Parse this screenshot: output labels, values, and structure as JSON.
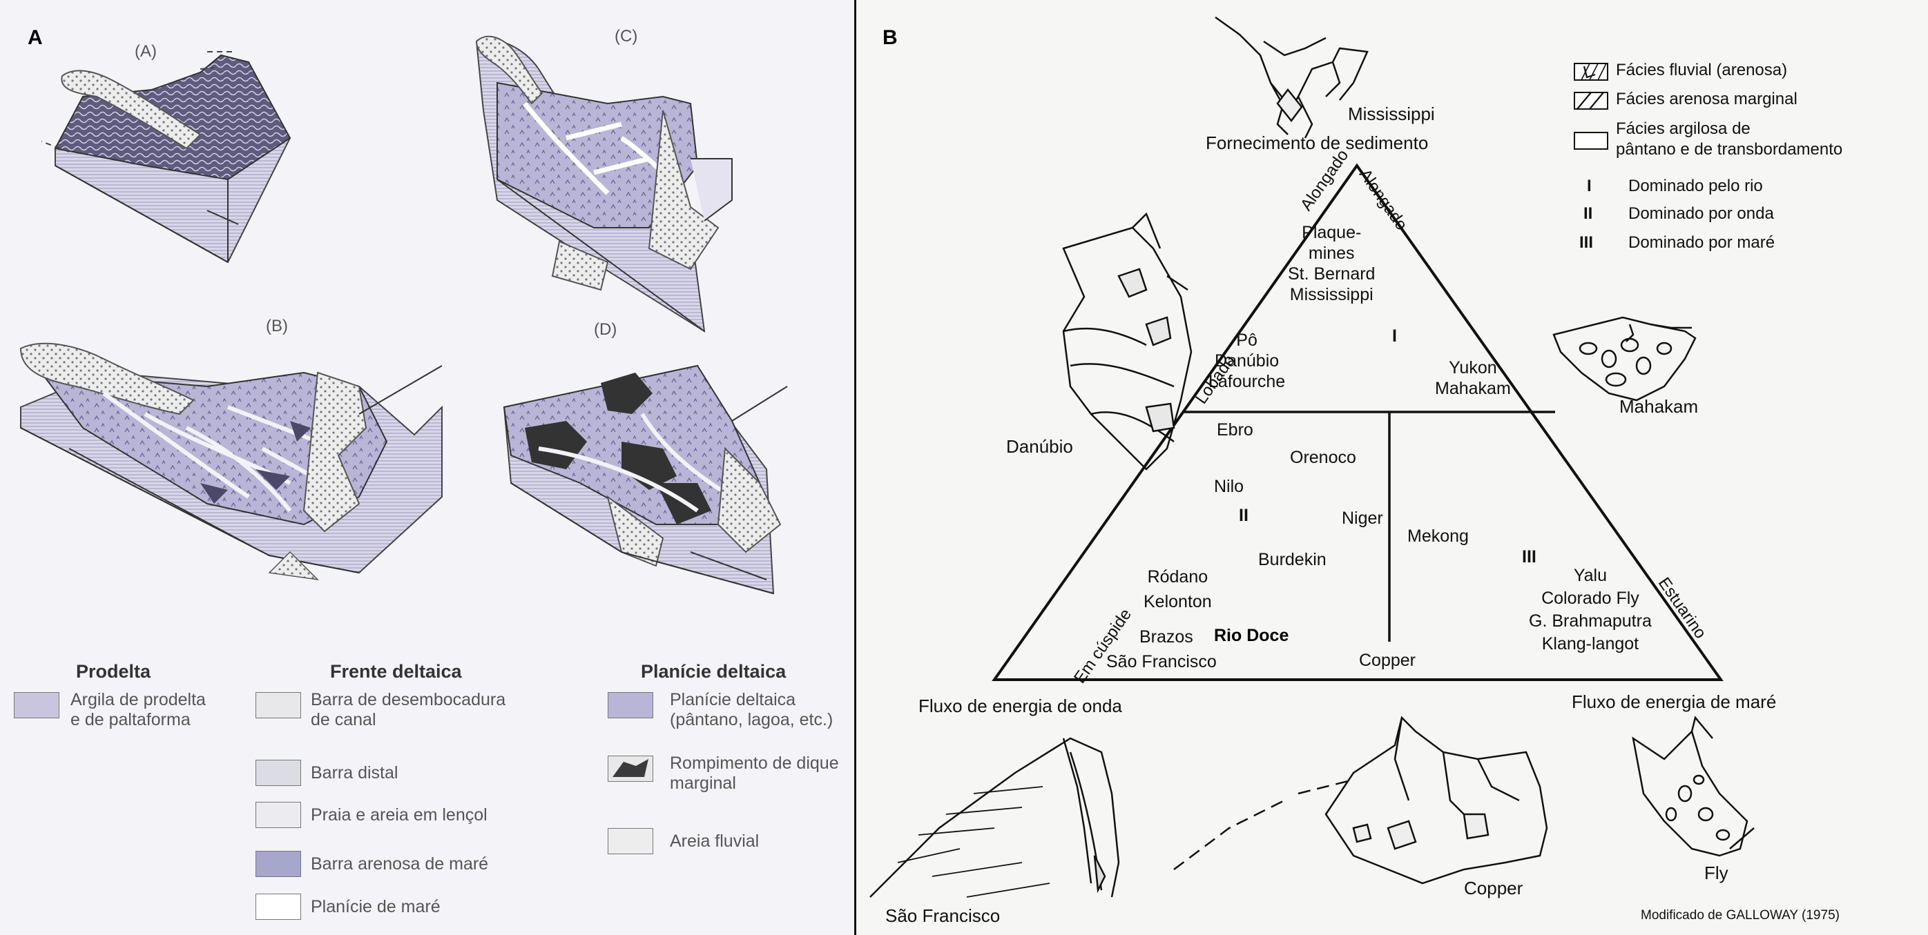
{
  "panel_a": {
    "label": "A",
    "block_labels": [
      "(A)",
      "(C)",
      "(B)",
      "(D)"
    ],
    "legend": {
      "prodelta": {
        "title": "Prodelta",
        "items": [
          {
            "text": "Argila de prodelta\ne de paltaforma",
            "fill": "#c9c5de"
          }
        ]
      },
      "frente": {
        "title": "Frente deltaica",
        "items": [
          {
            "text": "Barra de desembocadura\nde canal",
            "fill": "#e8e8ea"
          },
          {
            "text": "Barra distal",
            "fill": "#dcdce4"
          },
          {
            "text": "Praia e areia em lençol",
            "fill": "#ececf0"
          },
          {
            "text": "Barra arenosa de maré",
            "fill": "#a9a6cc"
          },
          {
            "text": "Planície de maré",
            "fill": "#ffffff"
          }
        ]
      },
      "planicie": {
        "title": "Planície deltaica",
        "items": [
          {
            "text": "Planície deltaica\n(pântano, lagoa, etc.)",
            "fill": "#b8b5d6"
          },
          {
            "text": "Rompimento de dique\nmarginal",
            "fill": "#3a3a3a"
          },
          {
            "text": "Areia fluvial",
            "fill": "#ededed"
          }
        ]
      }
    }
  },
  "panel_b": {
    "label": "B",
    "vertex_top": "Fornecimento de sedimento",
    "vertex_left": "Fluxo de energia de onda",
    "vertex_right": "Fluxo de energia de maré",
    "side_labels": {
      "alongado_left": "Alongado",
      "alongado_right": "Alongado",
      "lobado": "Lobado",
      "cuspide": "Em cúspide",
      "estuarino": "Estuarino"
    },
    "legend": [
      {
        "kind": "hatched",
        "text": "Fácies fluvial (arenosa)"
      },
      {
        "kind": "diagonal",
        "text": "Fácies arenosa marginal"
      },
      {
        "kind": "empty",
        "text": "Fácies argilosa de\npântano e de transbordamento"
      },
      {
        "kind": "numeral",
        "symbol": "I",
        "text": "Dominado pelo rio"
      },
      {
        "kind": "numeral",
        "symbol": "II",
        "text": "Dominado por onda"
      },
      {
        "kind": "numeral",
        "symbol": "III",
        "text": "Dominado por maré"
      }
    ],
    "regions": {
      "I": "I",
      "II": "II",
      "III": "III"
    },
    "deltas": {
      "top_block": "Plaque-\nmines\nSt. Bernard\nMississippi",
      "lobado_block": "Pô\nDanúbio\nLafourche",
      "yukon": "Yukon\nMahakam",
      "ebro": "Ebro",
      "orenoco": "Orenoco",
      "nilo": "Nilo",
      "niger": "Niger",
      "mekong": "Mekong",
      "burdekin": "Burdekin",
      "rodano": "Ródano\nKelonton",
      "brazos": "Brazos",
      "rio_doce": "Rio Doce",
      "sao_francisco_in": "São Francisco",
      "copper_in": "Copper",
      "estuarine_block": "Yalu\nColorado Fly\nG. Brahmaputra\nKlang-langot"
    },
    "maps": {
      "mississippi": "Mississippi",
      "danubio": "Danúbio",
      "mahakam": "Mahakam",
      "sao_francisco": "São Francisco",
      "copper": "Copper",
      "fly": "Fly"
    },
    "credit": "Modificado de GALLOWAY (1975)"
  }
}
